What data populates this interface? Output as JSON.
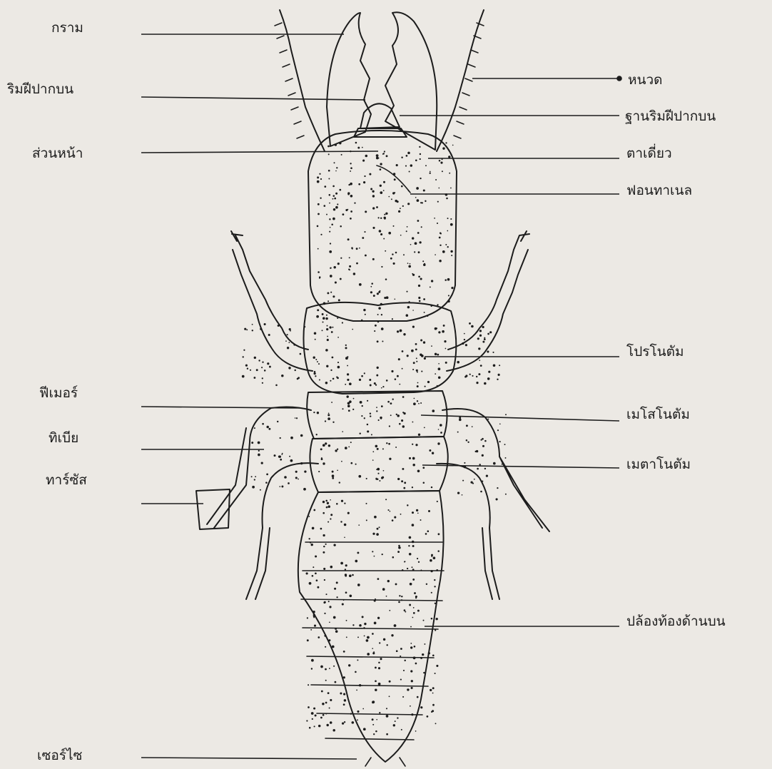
{
  "diagram": {
    "labels_left": [
      {
        "id": "mandible",
        "text": "กราม"
      },
      {
        "id": "labrum",
        "text": "ริมฝีปากบน"
      },
      {
        "id": "head",
        "text": "ส่วนหน้า"
      },
      {
        "id": "femur",
        "text": "ฟีเมอร์"
      },
      {
        "id": "tibia",
        "text": "ทิเบีย"
      },
      {
        "id": "tarsus",
        "text": "ทาร์ซัส"
      },
      {
        "id": "cercus",
        "text": "เซอร์ไซ"
      }
    ],
    "labels_right": [
      {
        "id": "antenna",
        "text": "หนวด"
      },
      {
        "id": "clypeus",
        "text": "ฐานริมฝีปากบน"
      },
      {
        "id": "ocellus",
        "text": "ตาเดี่ยว"
      },
      {
        "id": "fontanelle",
        "text": "ฟอนทาเนล"
      },
      {
        "id": "pronotum",
        "text": "โปรโนตัม"
      },
      {
        "id": "mesonotum",
        "text": "เมโสโนตัม"
      },
      {
        "id": "metanotum",
        "text": "เมตาโนตัม"
      },
      {
        "id": "tergite",
        "text": "ปล้องท้องด้านบน"
      }
    ],
    "colors": {
      "ink": "#1c1c1c",
      "paper": "#ece9e4"
    }
  }
}
